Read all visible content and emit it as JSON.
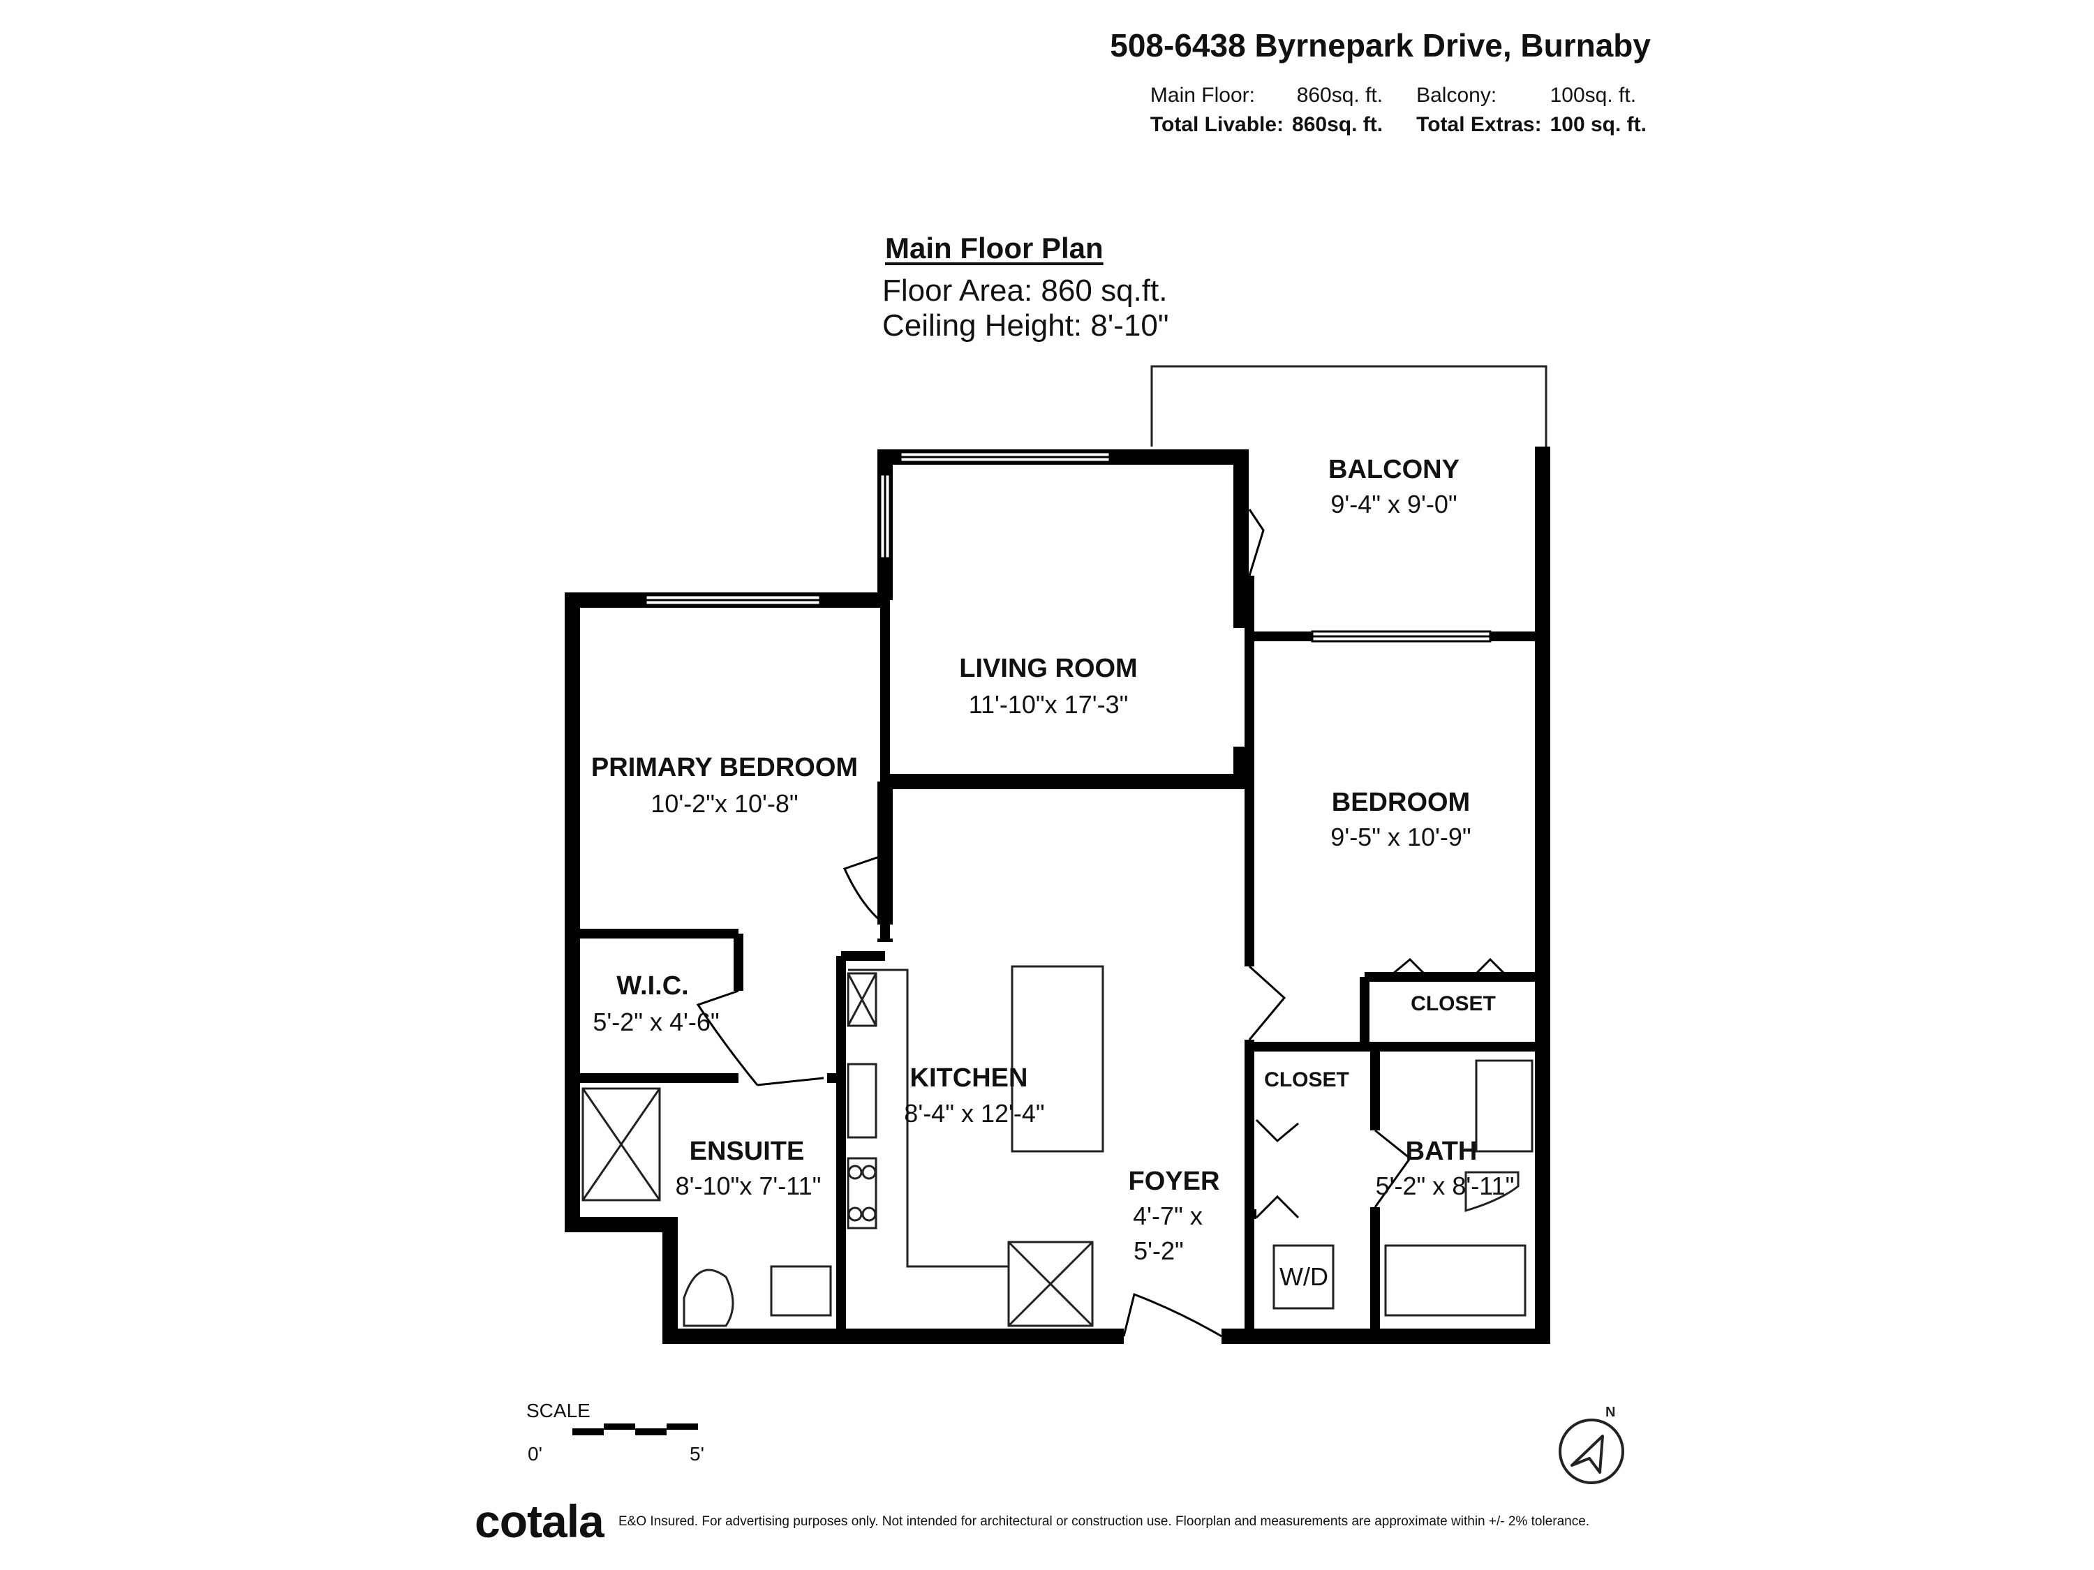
{
  "header": {
    "address": "508-6438 Byrnepark Drive, Burnaby",
    "main_floor_label": "Main Floor:",
    "main_floor_value": "860sq. ft.",
    "balcony_label": "Balcony:",
    "balcony_value": "100sq. ft.",
    "total_livable_label": "Total Livable:",
    "total_livable_value": "860sq. ft.",
    "total_extras_label": "Total Extras:",
    "total_extras_value": "100 sq. ft."
  },
  "plan": {
    "title": "Main Floor Plan",
    "floor_area": "Floor Area: 860 sq.ft.",
    "ceiling_height": "Ceiling Height: 8'-10\""
  },
  "rooms": {
    "balcony": {
      "name": "BALCONY",
      "dims": "9'-4\" x 9'-0\""
    },
    "living": {
      "name": "LIVING ROOM",
      "dims": "11'-10\"x 17'-3\""
    },
    "primary": {
      "name": "PRIMARY BEDROOM",
      "dims": "10'-2\"x 10'-8\""
    },
    "bedroom": {
      "name": "BEDROOM",
      "dims": "9'-5\" x 10'-9\""
    },
    "wic": {
      "name": "W.I.C.",
      "dims": "5'-2\" x 4'-6\""
    },
    "kitchen": {
      "name": "KITCHEN",
      "dims": "8'-4\" x 12'-4\""
    },
    "ensuite": {
      "name": "ENSUITE",
      "dims": "8'-10\"x 7'-11\""
    },
    "foyer": {
      "name": "FOYER",
      "dims_line1": "4'-7\" x",
      "dims_line2": "5'-2\""
    },
    "closet_bedroom": {
      "name": "CLOSET"
    },
    "closet_foyer": {
      "name": "CLOSET"
    },
    "bath": {
      "name": "BATH",
      "dims": "5'-2\" x 8'-11\""
    },
    "laundry": {
      "name": "W/D"
    }
  },
  "scale": {
    "label": "SCALE",
    "start": "0'",
    "end": "5'"
  },
  "compass": {
    "label": "N"
  },
  "footer": {
    "logo": "cotala",
    "disclaimer": "E&O Insured. For advertising purposes only. Not intended for architectural or construction use. Floorplan and measurements are approximate within +/- 2% tolerance."
  },
  "colors": {
    "wall": "#000000",
    "background": "#ffffff"
  }
}
